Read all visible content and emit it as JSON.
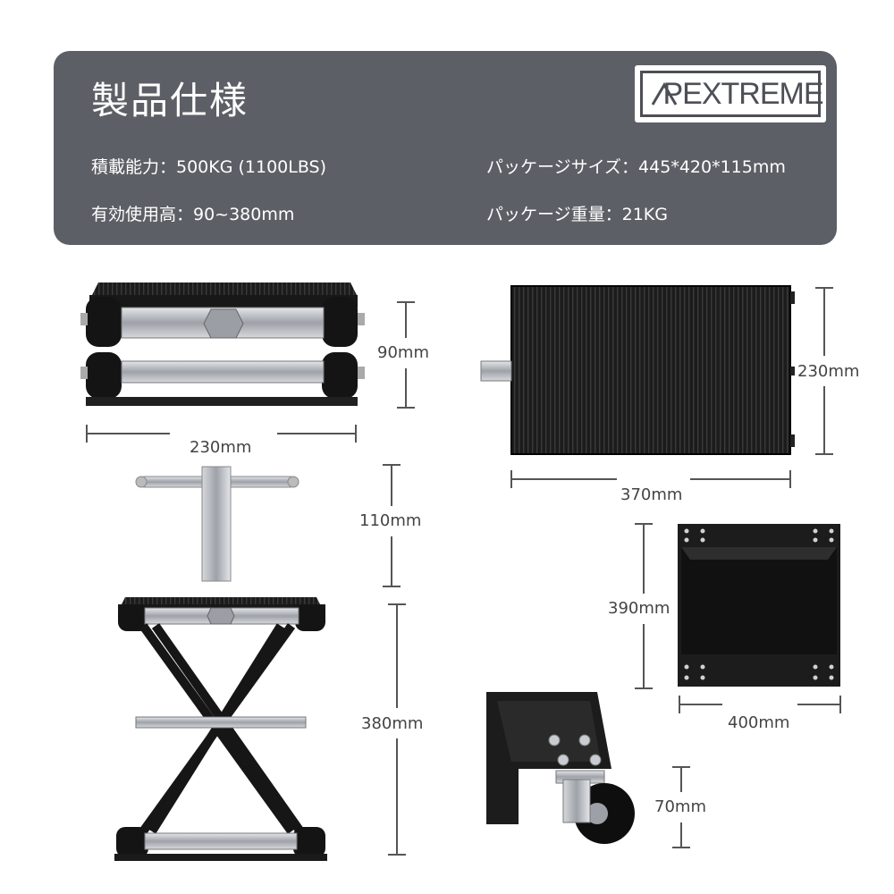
{
  "header": {
    "title": "製品仕様",
    "logo_text": "PEXTREME",
    "specs": {
      "load_capacity": "積載能力：500KG (1100LBS)",
      "effective_height": "有効使用高：90~380mm",
      "package_size": "パッケージサイズ：445*420*115mm",
      "package_weight": "パッケージ重量：21KG"
    }
  },
  "dimensions": {
    "folded_height": "90mm",
    "folded_width": "230mm",
    "top_width": "230mm",
    "top_length": "370mm",
    "handle_length": "110mm",
    "max_height": "380mm",
    "tray_length": "390mm",
    "tray_width": "400mm",
    "caster_height": "70mm"
  },
  "colors": {
    "panel": "#5d5f66",
    "metal_black": "#1a1a1a",
    "chrome": "#b8bcc2",
    "dim_line": "#555555"
  }
}
